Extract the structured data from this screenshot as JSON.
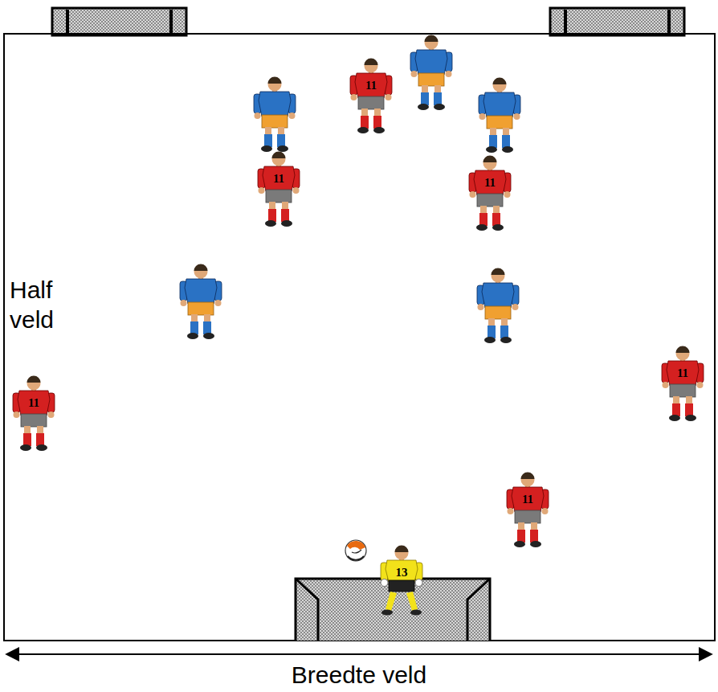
{
  "diagram": {
    "labels": [
      "Half veld",
      "Breedte veld",
      "11",
      "11",
      "11",
      "11",
      "11",
      "11",
      "13"
    ]
  }
}
